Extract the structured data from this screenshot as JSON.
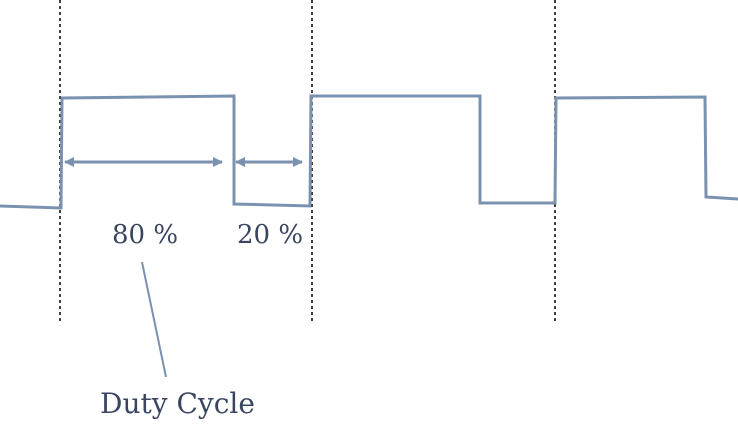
{
  "diagram": {
    "labels": {
      "high_percent": "80 %",
      "low_percent": "20 %",
      "caption": "Duty Cycle"
    },
    "colors": {
      "waveform": "#7b91b0",
      "arrow": "#7b91b0",
      "period_marker": "#111111",
      "text": "#3a4560",
      "background": "#ffffff"
    },
    "duty_cycle": {
      "high_fraction": 0.8,
      "low_fraction": 0.2
    }
  }
}
